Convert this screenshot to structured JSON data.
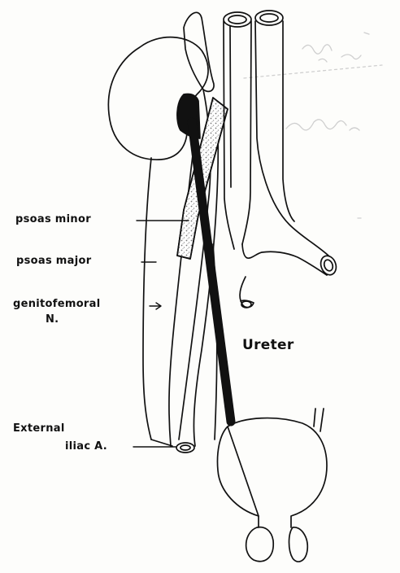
{
  "labels": {
    "psoas_minor": "psoas minor",
    "psoas_major": "psoas major",
    "genitofemoral_line1": "genitofemoral",
    "genitofemoral_line2": "N.",
    "ureter": "Ureter",
    "external_line1": "External",
    "external_line2": "iliac A."
  },
  "colors": {
    "ink": "#111111",
    "paper": "#fdfdfb",
    "stipple": "#9a9a9a"
  }
}
